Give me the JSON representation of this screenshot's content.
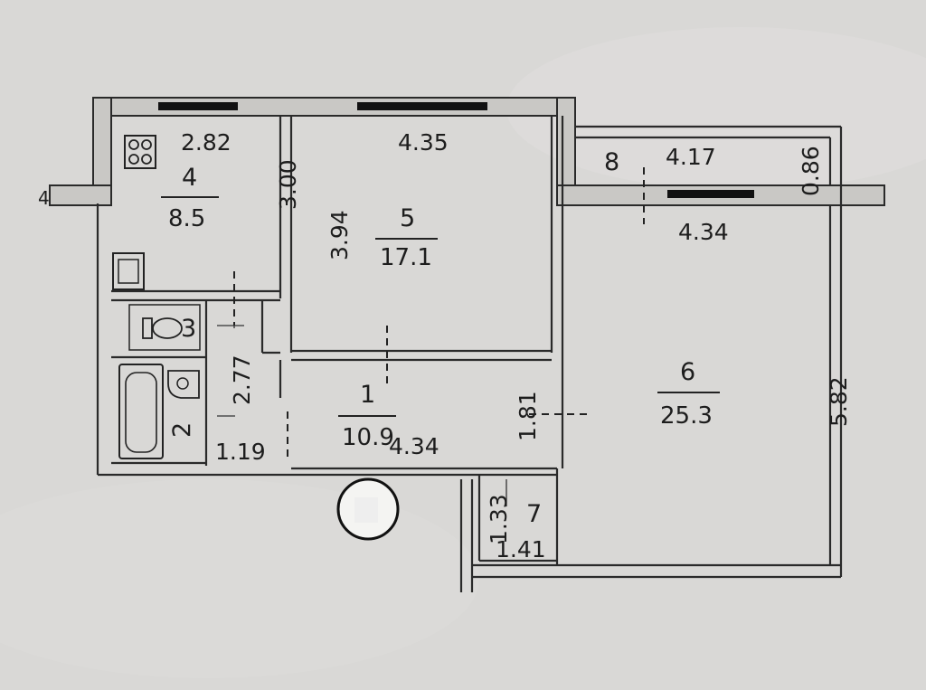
{
  "rooms": [
    {
      "number": "1",
      "area": "10.9"
    },
    {
      "number": "2"
    },
    {
      "number": "3"
    },
    {
      "number": "4",
      "area": "8.5"
    },
    {
      "number": "5",
      "area": "17.1"
    },
    {
      "number": "6",
      "area": "25.3"
    },
    {
      "number": "7"
    },
    {
      "number": "8"
    }
  ],
  "dimensions": {
    "kitchen_width": "2.82",
    "kitchen_depth": "3.00",
    "room5_width": "4.35",
    "room5_depth": "3.94",
    "loggia_width": "4.17",
    "loggia_depth": "0.86",
    "room6_width": "4.34",
    "room6_depth": "5.82",
    "bath_depth": "2.77",
    "hall_small_width": "1.19",
    "hall_width": "4.34",
    "hall_depth": "1.81",
    "closet_depth": "1.33",
    "closet_width": "1.41"
  },
  "legend_marks": {
    "left_edge_mark": "4"
  }
}
